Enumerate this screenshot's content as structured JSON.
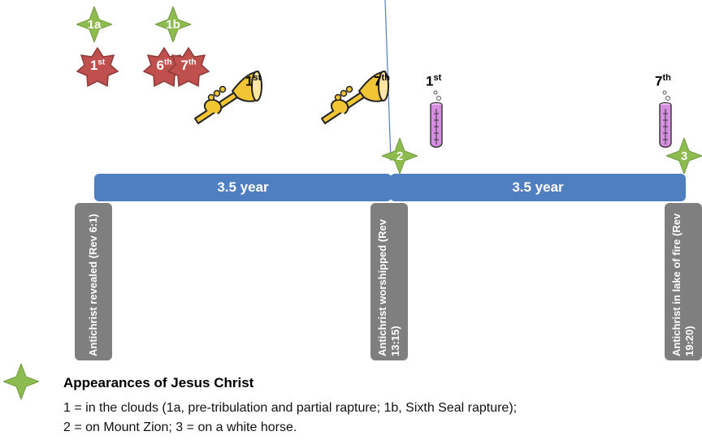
{
  "stars": {
    "s1a": "1a",
    "s1b": "1b",
    "s2": "2",
    "s3": "3"
  },
  "seals": {
    "first": {
      "n": "1",
      "sup": "st"
    },
    "sixth": {
      "n": "6",
      "sup": "th"
    },
    "seventh": {
      "n": "7",
      "sup": "th"
    }
  },
  "trumpets": {
    "first": {
      "n": "1",
      "sup": "st"
    },
    "seventh": {
      "n": "7",
      "sup": "th"
    }
  },
  "bowls": {
    "first": {
      "n": "1",
      "sup": "st"
    },
    "seventh": {
      "n": "7",
      "sup": "th"
    }
  },
  "timeline": {
    "period1": "3.5 year",
    "period2": "3.5 year"
  },
  "events": {
    "revealed": "Antichrist revealed (Rev 6:1)",
    "worshipped": "Antichrist worshipped (Rev 13:15)",
    "lake": "Antichrist in lake of fire (Rev 19:20)"
  },
  "legend": {
    "title": "Appearances of Jesus Christ",
    "line1": "1 = in the clouds (1a, pre-tribulation and partial rapture; 1b, Sixth Seal rapture);",
    "line2": "2 = on Mount Zion; 3 = on a white horse."
  },
  "colors": {
    "star": "#8dbb4f",
    "seal": "#c0504d",
    "bar": "#4f7fc0",
    "event_box": "#7f7f7f",
    "trumpet": "#e8b51c",
    "bowl": "#d58ee0"
  }
}
